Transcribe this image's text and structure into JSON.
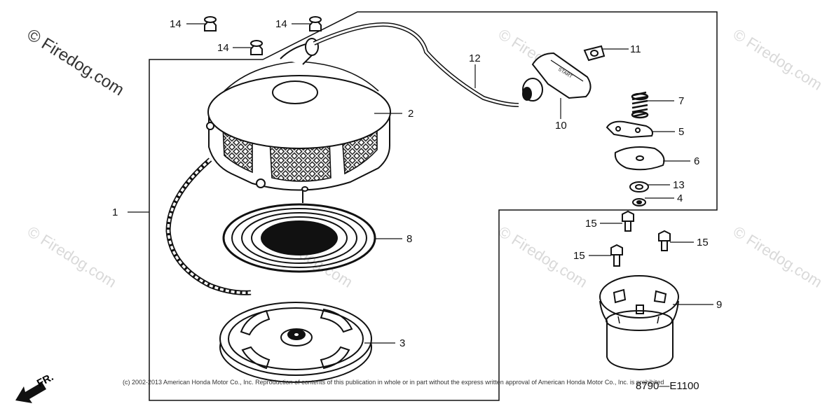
{
  "watermark": "© Firedog.com",
  "copyright": "(c) 2002-2013 American Honda Motor Co., Inc. Reproduction of contents of this publication in whole or in part without the express written approval of American Honda Motor Co., Inc. is prohibited",
  "diagram_code": "8790—E1100",
  "front_marker": "FR.",
  "callouts": {
    "p1": "1",
    "p2": "2",
    "p3": "3",
    "p4": "4",
    "p5": "5",
    "p6": "6",
    "p7": "7",
    "p8": "8",
    "p9": "9",
    "p10": "10",
    "p11": "11",
    "p12": "12",
    "p13": "13",
    "p14a": "14",
    "p14b": "14",
    "p14c": "14",
    "p15a": "15",
    "p15b": "15",
    "p15c": "15"
  }
}
